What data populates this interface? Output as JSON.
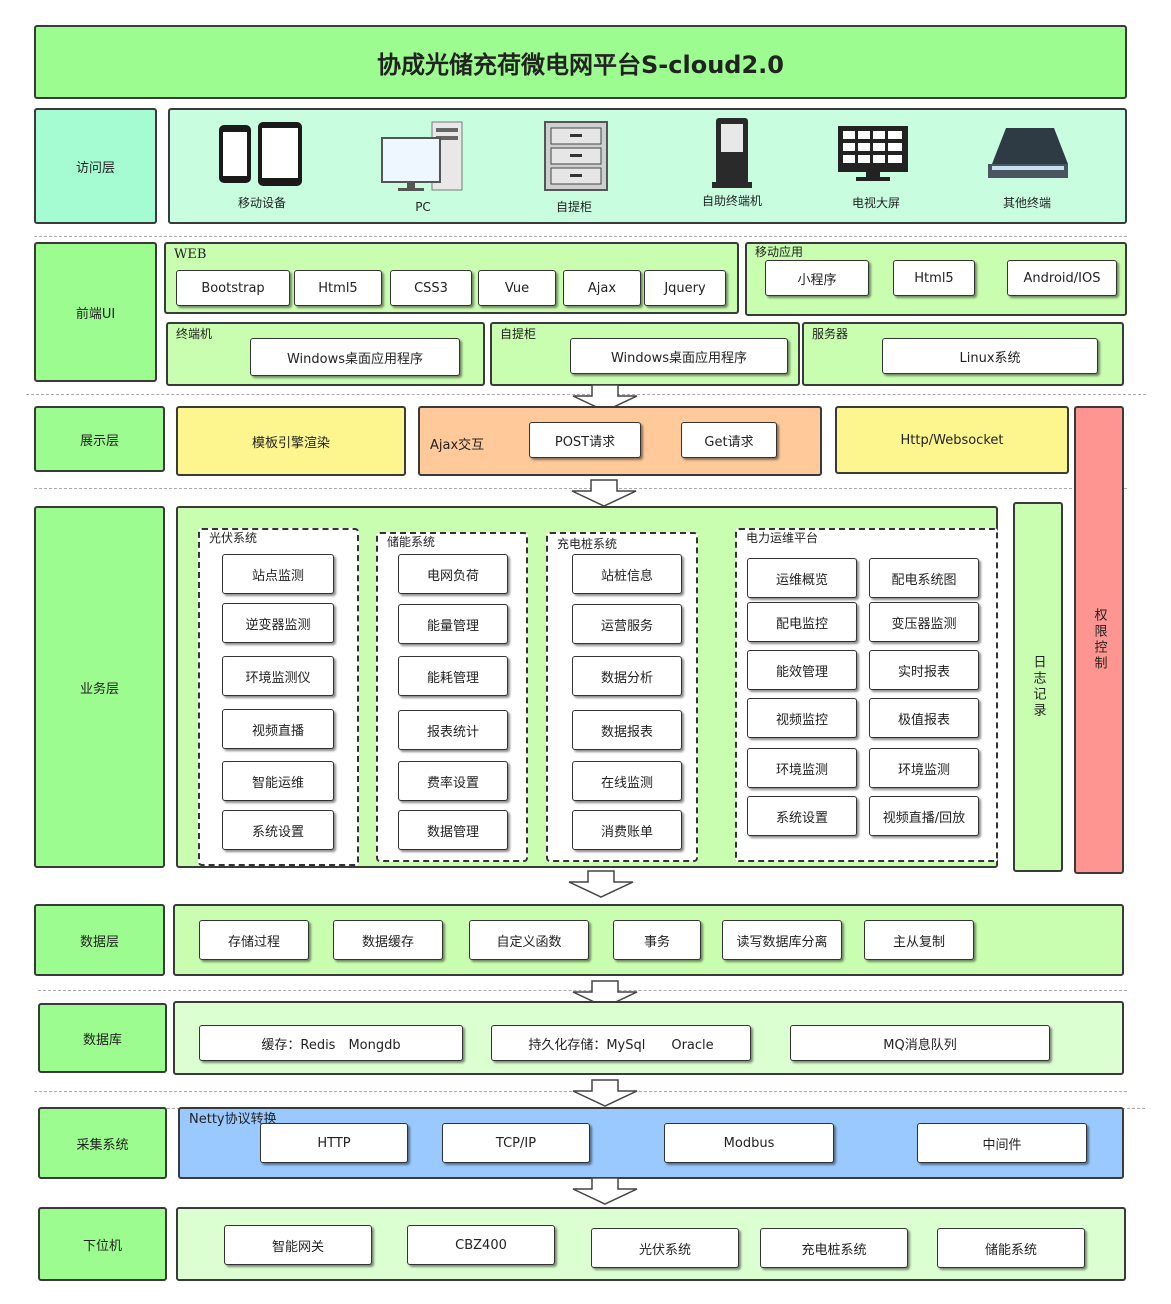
{
  "title": "协成光储充荷微电网平台S-cloud2.0",
  "layers": {
    "access": "访问层",
    "frontend": "前端UI",
    "display": "展示层",
    "business": "业务层",
    "data": "数据层",
    "database": "数据库",
    "collection": "采集系统",
    "device": "下位机"
  },
  "access_devices": [
    {
      "label": "移动设备",
      "icon": "mobile-devices-icon"
    },
    {
      "label": "PC",
      "icon": "pc-icon"
    },
    {
      "label": "自提柜",
      "icon": "cabinet-icon"
    },
    {
      "label": "自助终端机",
      "icon": "kiosk-icon"
    },
    {
      "label": "电视大屏",
      "icon": "tv-screen-icon"
    },
    {
      "label": "其他终端",
      "icon": "scanner-icon"
    }
  ],
  "frontend": {
    "web_title": "WEB",
    "web_items": [
      "Bootstrap",
      "Html5",
      "CSS3",
      "Vue",
      "Ajax",
      "Jquery"
    ],
    "mobile_title": "移动应用",
    "mobile_items": [
      "小程序",
      "Html5",
      "Android/IOS"
    ],
    "terminal_title": "终端机",
    "terminal_item": "Windows桌面应用程序",
    "cabinet_title": "自提柜",
    "cabinet_item": "Windows桌面应用程序",
    "server_title": "服务器",
    "server_item": "Linux系统"
  },
  "display": {
    "template": "模板引擎渲染",
    "ajax_title": "Ajax交互",
    "post": "POST请求",
    "get": "Get请求",
    "http": "Http/Websocket"
  },
  "business": {
    "pv_title": "光伏系统",
    "pv_items": [
      "站点监测",
      "逆变器监测",
      "环境监测仪",
      "视频直播",
      "智能运维",
      "系统设置"
    ],
    "storage_title": "储能系统",
    "storage_items": [
      "电网负荷",
      "能量管理",
      "能耗管理",
      "报表统计",
      "费率设置",
      "数据管理"
    ],
    "charging_title": "充电桩系统",
    "charging_items": [
      "站桩信息",
      "运营服务",
      "数据分析",
      "数据报表",
      "在线监测",
      "消费账单"
    ],
    "om_title": "电力运维平台",
    "om_items_left": [
      "运维概览",
      "配电监控",
      "能效管理",
      "视频监控",
      "环境监测",
      "系统设置"
    ],
    "om_items_right": [
      "配电系统图",
      "变压器监测",
      "实时报表",
      "极值报表",
      "环境监测",
      "视频直播/回放"
    ],
    "log": "日志记录",
    "auth": "权限控制"
  },
  "data_layer": [
    "存储过程",
    "数据缓存",
    "自定义函数",
    "事务",
    "读写数据库分离",
    "主从复制"
  ],
  "database": [
    "缓存：Redis　Mongdb",
    "持久化存储：MySql　　Oracle",
    "MQ消息队列"
  ],
  "collection": {
    "title": "Netty协议转换",
    "items": [
      "HTTP",
      "TCP/IP",
      "Modbus",
      "中间件"
    ]
  },
  "device": [
    "智能网关",
    "CBZ400",
    "光伏系统",
    "充电桩系统",
    "储能系统"
  ],
  "colors": {
    "layer_green": "#9dfc8f",
    "access_cyan": "#a6fcd2",
    "display_yellow": "#fdf68f",
    "ajax_orange": "#ffc999",
    "auth_red": "#ff9591",
    "netty_blue": "#99c9ff"
  }
}
